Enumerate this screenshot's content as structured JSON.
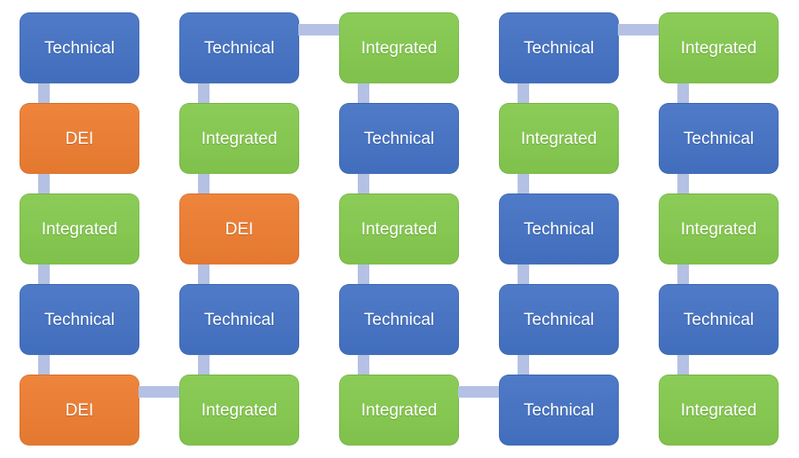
{
  "diagram": {
    "kind": "process-flow-grid",
    "colors": {
      "technical": "#4472C4",
      "dei": "#ED7D31",
      "integrated": "#84C94E",
      "connector": "#B4C1E4",
      "label_text": "#FFFFFF",
      "background": "#FFFFFF"
    },
    "columns": [
      {
        "boxes": [
          {
            "label": "Technical",
            "type": "technical"
          },
          {
            "label": "DEI",
            "type": "dei"
          },
          {
            "label": "Integrated",
            "type": "integrated"
          },
          {
            "label": "Technical",
            "type": "technical"
          },
          {
            "label": "DEI",
            "type": "dei"
          }
        ]
      },
      {
        "boxes": [
          {
            "label": "Technical",
            "type": "technical"
          },
          {
            "label": "Integrated",
            "type": "integrated"
          },
          {
            "label": "DEI",
            "type": "dei"
          },
          {
            "label": "Technical",
            "type": "technical"
          },
          {
            "label": "Integrated",
            "type": "integrated"
          }
        ]
      },
      {
        "boxes": [
          {
            "label": "Integrated",
            "type": "integrated"
          },
          {
            "label": "Technical",
            "type": "technical"
          },
          {
            "label": "Integrated",
            "type": "integrated"
          },
          {
            "label": "Technical",
            "type": "technical"
          },
          {
            "label": "Integrated",
            "type": "integrated"
          }
        ]
      },
      {
        "boxes": [
          {
            "label": "Technical",
            "type": "technical"
          },
          {
            "label": "Integrated",
            "type": "integrated"
          },
          {
            "label": "Technical",
            "type": "technical"
          },
          {
            "label": "Technical",
            "type": "technical"
          },
          {
            "label": "Technical",
            "type": "technical"
          }
        ]
      },
      {
        "boxes": [
          {
            "label": "Integrated",
            "type": "integrated"
          },
          {
            "label": "Technical",
            "type": "technical"
          },
          {
            "label": "Integrated",
            "type": "integrated"
          },
          {
            "label": "Technical",
            "type": "technical"
          },
          {
            "label": "Integrated",
            "type": "integrated"
          }
        ]
      }
    ],
    "vertical_connectors_between_every_adjacent_row_in_each_column": true,
    "horizontal_connectors": [
      {
        "from": "column-1 row-5 DEI",
        "to": "column-2 row-5 Integrated",
        "row": 5
      },
      {
        "from": "column-2 row-1 Technical",
        "to": "column-3 row-1 Integrated",
        "row": 1
      },
      {
        "from": "column-3 row-5 Integrated",
        "to": "column-4 row-5 Technical",
        "row": 5
      },
      {
        "from": "column-4 row-1 Technical",
        "to": "column-5 row-1 Integrated",
        "row": 1
      }
    ]
  }
}
